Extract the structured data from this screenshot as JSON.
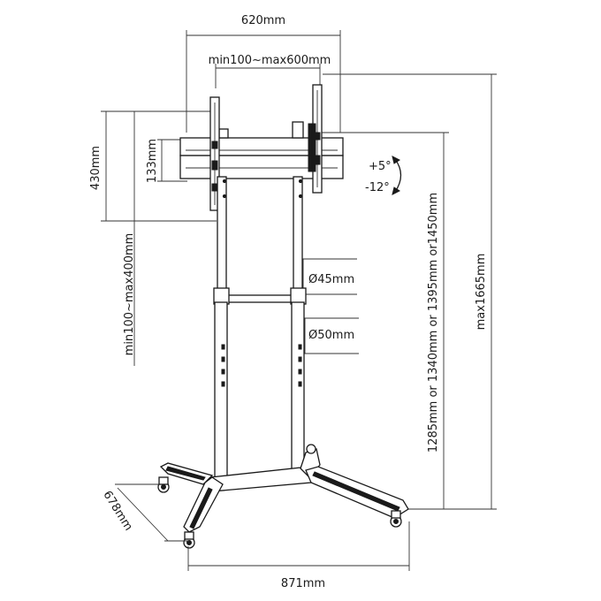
{
  "dimensions": {
    "width_total": "620mm",
    "vesa_width": "min100~max600mm",
    "bracket_height": "430mm",
    "rail_height": "133mm",
    "vesa_height": "min100~max400mm",
    "tilt_up": "+5°",
    "tilt_down": "-12°",
    "tube_upper": "Ø45mm",
    "tube_lower": "Ø50mm",
    "heights": "1285mm or 1340mm or 1395mm or1450mm",
    "max_height": "max1665mm",
    "base_depth": "678mm",
    "base_width": "871mm"
  },
  "colors": {
    "line": "#1a1a1a",
    "background": "#ffffff"
  }
}
